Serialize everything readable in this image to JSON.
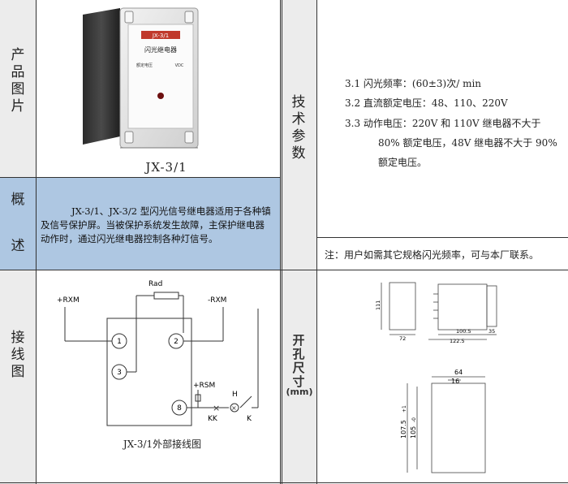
{
  "left_labels": {
    "photo": [
      "产",
      "品",
      "图",
      "片"
    ],
    "overview": [
      "概",
      "述"
    ],
    "wiring": [
      "接",
      "线",
      "图"
    ]
  },
  "right_labels": {
    "tech": [
      "技",
      "术",
      "参",
      "数"
    ],
    "cutout": [
      "开",
      "孔",
      "尺",
      "寸"
    ],
    "cutout_unit": "(mm)"
  },
  "photo": {
    "caption": "JX-3/1",
    "device_model": "JX-3/1",
    "device_title": "闪光继电器",
    "device_spec_label": "额定电压",
    "device_spec_unit": "VDC"
  },
  "overview": {
    "text_line1": "JX-3/1、JX-3/2 型闪光信号继电器适用于各种镇",
    "text_line2": "及信号保护屏。当被保护系统发生故障，主保护继电器",
    "text_line3": "动作时，通过闪光继电器控制各种灯信号。"
  },
  "params": {
    "p1": "3.1 闪光频率：(60±3)次/ min",
    "p2": "3.2 直流额定电压：48、110、220V",
    "p3": "3.3  动作电压：220V 和 110V 继电器不大于",
    "p3b": "80% 额定电压，48V 继电器不大于 90%",
    "p3c": "额定电压。",
    "note": "注：用户如需其它规格闪光频率，可与本厂联系。"
  },
  "wiring": {
    "caption": "JX-3/1外部接线图",
    "rad": "Rad",
    "plus_rxm": "+RXM",
    "minus_rxm": "-RXM",
    "plus_rsm": "+RSM",
    "h": "H",
    "kk": "KK",
    "k": "K",
    "t1": "1",
    "t2": "2",
    "t3": "3",
    "t8": "8"
  },
  "dims": {
    "d111": "111",
    "d72": "72",
    "d100_5": "100.5",
    "d35": "35",
    "d122_5": "122.5",
    "d64": "64",
    "d16": "16",
    "d107_5": "107.5",
    "d107_5_tol": "+1",
    "d105": "105",
    "d105_tol": "-0"
  },
  "colors": {
    "overview_bg": "#aec7e2",
    "label_col_bg": "#ececec",
    "line": "#333333"
  }
}
